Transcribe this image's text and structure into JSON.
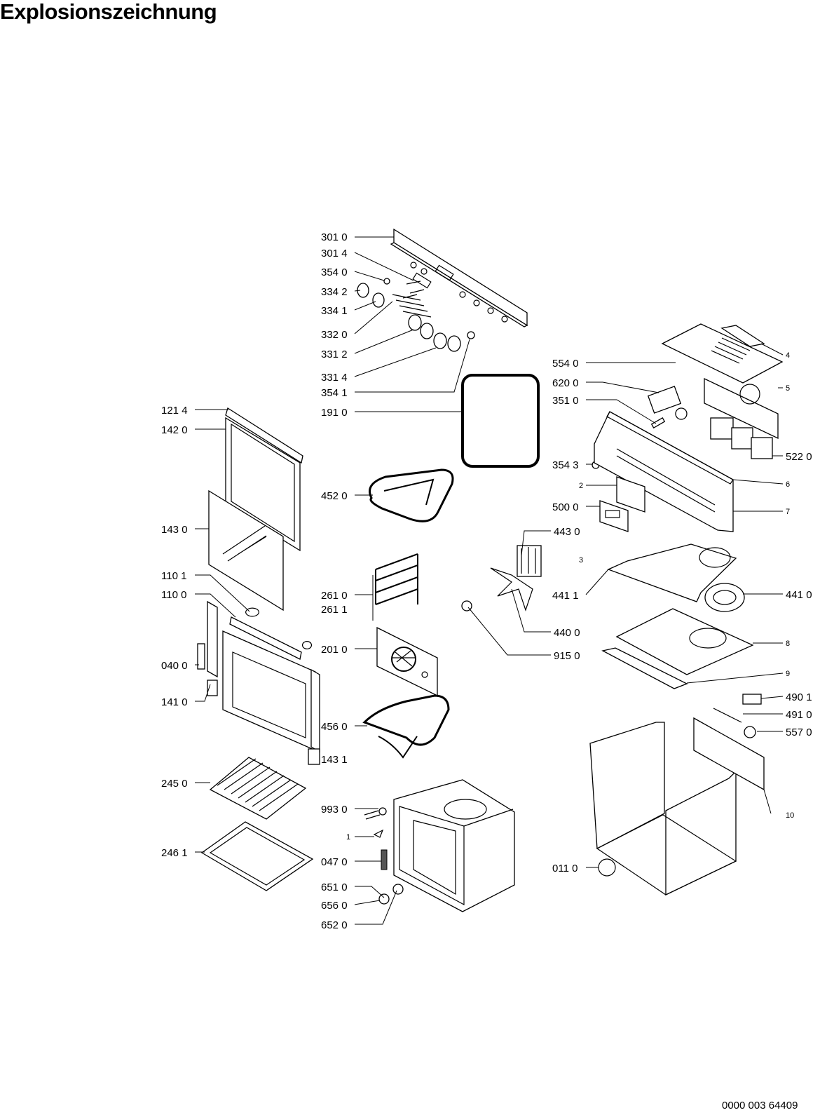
{
  "title": "Explosionszeichnung",
  "document_number": "0000 003 64409",
  "callouts": [
    "301 0",
    "301 4",
    "354 0",
    "334 2",
    "334 1",
    "332 0",
    "331 2",
    "331 4",
    "354 1",
    "191 0",
    "121 4",
    "142 0",
    "452 0",
    "143 0",
    "261 0",
    "261 1",
    "110 1",
    "110 0",
    "201 0",
    "040 0",
    "141 0",
    "456 0",
    "143 1",
    "245 0",
    "993 0",
    "1",
    "047 0",
    "246 1",
    "651 0",
    "656 0",
    "652 0",
    "554 0",
    "620 0",
    "351 0",
    "354 3",
    "2",
    "500 0",
    "443 0",
    "3",
    "441 1",
    "440 0",
    "915 0",
    "4",
    "5",
    "522 0",
    "6",
    "7",
    "441 0",
    "8",
    "9",
    "490 1",
    "491 0",
    "557 0",
    "10",
    "011 0"
  ]
}
